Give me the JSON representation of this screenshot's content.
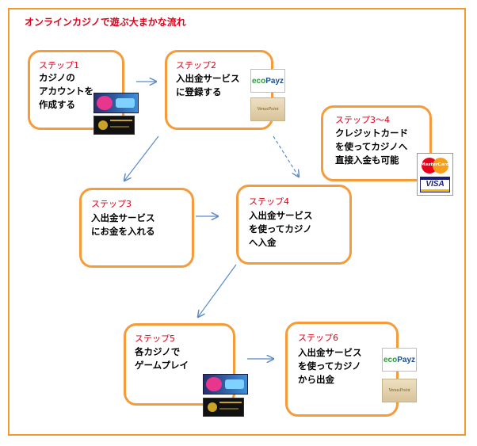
{
  "title": "オンラインカジノで遊ぶ大まかな流れ",
  "steps": {
    "s1": {
      "label": "ステップ1",
      "body": "カジノの\nアカウントを\n作成する"
    },
    "s2": {
      "label": "ステップ2",
      "body": "入出金サービス\nに登録する"
    },
    "s34": {
      "label": "ステップ3～4",
      "body": "クレジットカード\nを使ってカジノへ\n直接入金も可能"
    },
    "s3": {
      "label": "ステップ3",
      "body": "入出金サービス\nにお金を入れる"
    },
    "s4": {
      "label": "ステップ4",
      "body": "入出金サービス\nを使ってカジノ\nへ入金"
    },
    "s5": {
      "label": "ステップ5",
      "body": "各カジノで\nゲームプレイ"
    },
    "s6": {
      "label": "ステップ6",
      "body": "入出金サービス\nを使ってカジノ\nから出金"
    }
  },
  "logos": {
    "ecopayz": {
      "eco": "eco",
      "payz": "Payz"
    },
    "cards": {
      "mastercard": "MasterCard",
      "visa": "VISA"
    }
  },
  "colors": {
    "accent_red": "#e0001b",
    "border_orange": "#f59b3a",
    "arrow_blue": "#5b8ac6"
  }
}
